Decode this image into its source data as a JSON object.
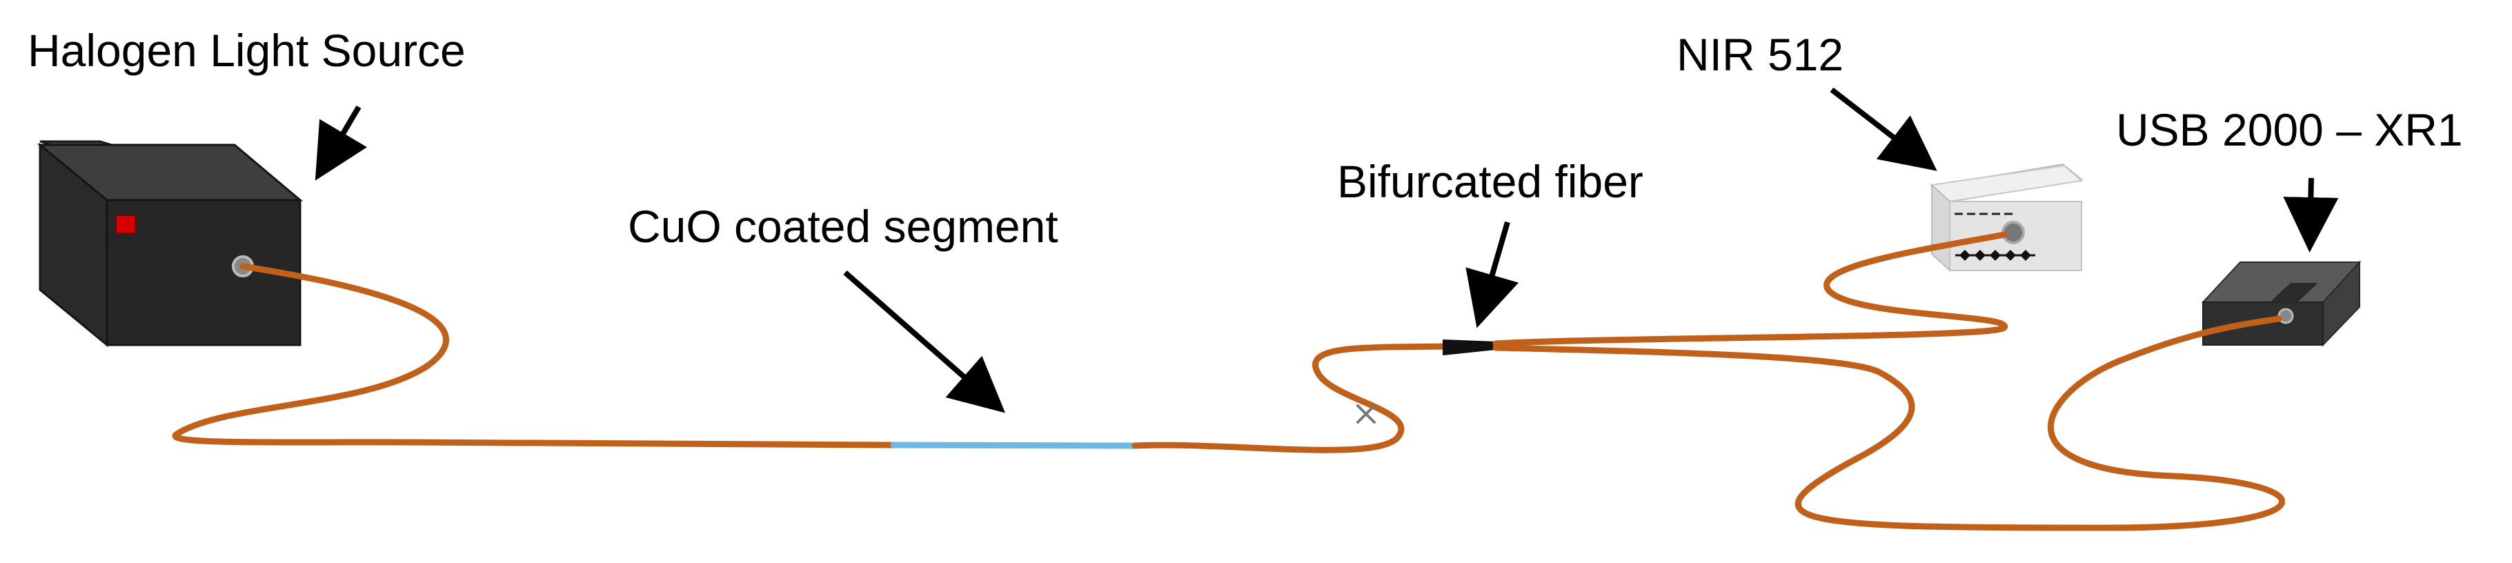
{
  "labels": {
    "halogen": "Halogen Light Source",
    "cuo": "CuO coated segment",
    "bifurcated": "Bifurcated fiber",
    "nir": "NIR 512",
    "usb": "USB 2000 – XR1"
  },
  "components": [
    {
      "id": "halogen-light-source",
      "icon": "black-box-with-red-indicator"
    },
    {
      "id": "nir-512-spectrometer",
      "icon": "grey-box-with-connectors"
    },
    {
      "id": "usb-2000-xr1-spectrometer",
      "icon": "dark-grey-block"
    }
  ],
  "colors": {
    "fiber": "#c0601a",
    "coated_segment": "#6fb7e3",
    "halogen_box": "#262626",
    "indicator": "#d40000",
    "nir_box": "#e3e3e3",
    "usb_box": "#333333"
  }
}
